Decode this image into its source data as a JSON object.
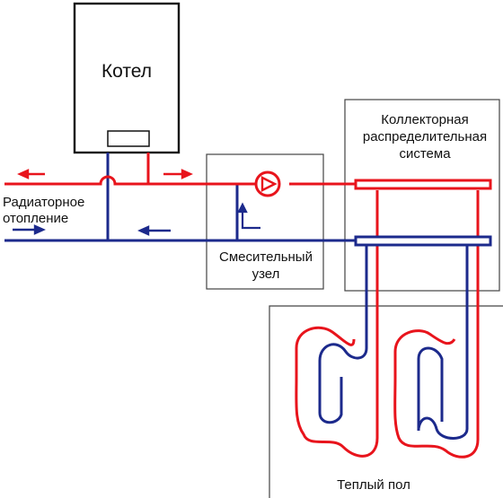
{
  "labels": {
    "boiler": "Котел",
    "radiator_line1": "Радиаторное",
    "radiator_line2": "отопление",
    "mixing_line1": "Смесительный",
    "mixing_line2": "узел",
    "collector_line1": "Коллекторная",
    "collector_line2": "распределительная",
    "collector_line3": "система",
    "floor": "Теплый пол"
  },
  "colors": {
    "supply_pipe": "#e8141c",
    "return_pipe": "#1c2a8c",
    "frame": "#444444"
  },
  "icons": {
    "pump": "circulation-pump-icon",
    "arrow": "flow-arrow-icon"
  }
}
